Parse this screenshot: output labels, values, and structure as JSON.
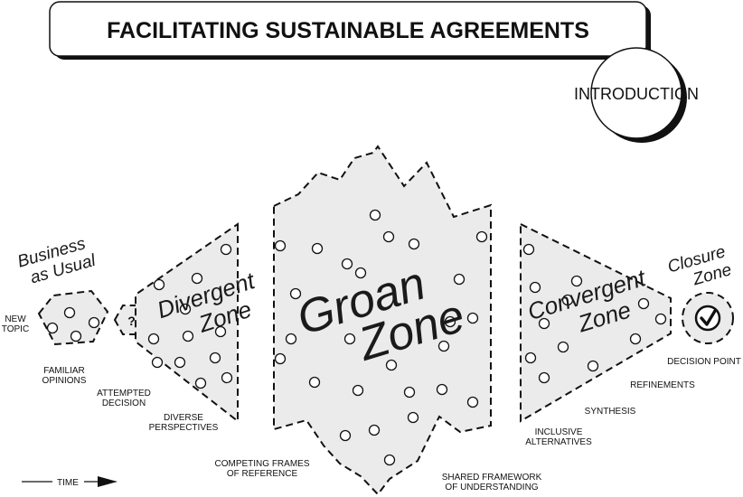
{
  "title": "FACILITATING SUSTAINABLE AGREEMENTS",
  "section": "INTRODUCTION",
  "zones": {
    "business": {
      "line1": "Business",
      "line2": "as Usual"
    },
    "divergent": {
      "line1": "Divergent",
      "line2": "Zone"
    },
    "groan": {
      "line1": "Groan",
      "line2": "Zone"
    },
    "convergent": {
      "line1": "Convergent",
      "line2": "Zone"
    },
    "closure": {
      "line1": "Closure",
      "line2": "Zone"
    }
  },
  "labels": {
    "new_topic": {
      "line1": "NEW",
      "line2": "TOPIC"
    },
    "familiar_opinions": {
      "line1": "FAMILIAR",
      "line2": "OPINIONS"
    },
    "attempted_decision": {
      "line1": "ATTEMPTED",
      "line2": "DECISION"
    },
    "diverse_perspectives": {
      "line1": "DIVERSE",
      "line2": "PERSPECTIVES"
    },
    "competing_frames": {
      "line1": "COMPETING FRAMES",
      "line2": "OF REFERENCE"
    },
    "shared_framework": {
      "line1": "SHARED FRAMEWORK",
      "line2": "OF UNDERSTANDING"
    },
    "inclusive_alternatives": {
      "line1": "INCLUSIVE",
      "line2": "ALTERNATIVES"
    },
    "synthesis": "SYNTHESIS",
    "refinements": "REFINEMENTS",
    "decision_point": "DECISION POINT",
    "time": "TIME"
  },
  "symbols": {
    "question": "?"
  }
}
